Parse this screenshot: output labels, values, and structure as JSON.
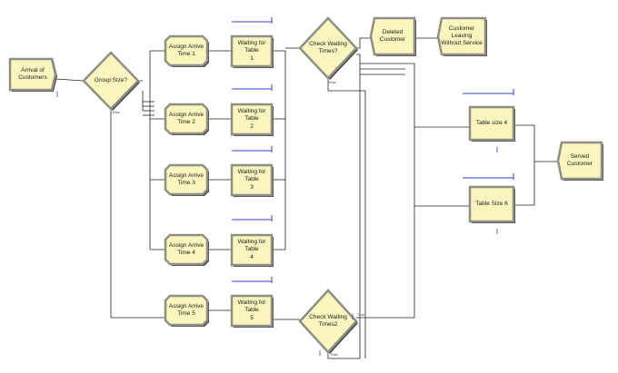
{
  "diagram": {
    "modules": [
      {
        "id": "arrival",
        "shape": "create",
        "label": "Arrival of\nCustomers"
      },
      {
        "id": "group-size",
        "shape": "decide",
        "label": "Group Size?"
      },
      {
        "id": "assign-1",
        "shape": "assign",
        "label": "Assign Arrive\nTime 1"
      },
      {
        "id": "assign-2",
        "shape": "assign",
        "label": "Assign Arrive\nTime 2"
      },
      {
        "id": "assign-3",
        "shape": "assign",
        "label": "Assign Arrive\nTime 3"
      },
      {
        "id": "assign-4",
        "shape": "assign",
        "label": "Assign Arrive\nTime 4"
      },
      {
        "id": "assign-5",
        "shape": "assign",
        "label": "Assign Arrive\nTime 5"
      },
      {
        "id": "wait-1",
        "shape": "process",
        "label": "Waiting for Table\n1"
      },
      {
        "id": "wait-2",
        "shape": "process",
        "label": "Waiting for Table\n2"
      },
      {
        "id": "wait-3",
        "shape": "process",
        "label": "Waiting for Table\n3"
      },
      {
        "id": "wait-4",
        "shape": "process",
        "label": "Waiting for Table\n4"
      },
      {
        "id": "wait-5",
        "shape": "process",
        "label": "Waiting for Table\n5"
      },
      {
        "id": "check-1",
        "shape": "decide",
        "label": "Check Waiting Times?"
      },
      {
        "id": "check-2",
        "shape": "decide",
        "label": "Check Waiting Times2"
      },
      {
        "id": "deleted",
        "shape": "dispose",
        "label": "Deleted Customer"
      },
      {
        "id": "leaving",
        "shape": "dispose",
        "label": "Customer Leaving\nWithout Service"
      },
      {
        "id": "table-4",
        "shape": "process",
        "label": "Table size 4"
      },
      {
        "id": "table-6",
        "shape": "process",
        "label": "Table Size 6"
      },
      {
        "id": "served",
        "shape": "dispose",
        "label": "Served Customer"
      }
    ],
    "branch_labels": {
      "group_else": "Else",
      "check1_else": "Else",
      "check2_true": "True",
      "check2_else": "Else"
    },
    "colors": {
      "fill": "#fbf5be",
      "border": "#8f8f86",
      "shadow": "#4a4a4a",
      "line": "#222222",
      "queue": "#3c3cc4"
    }
  }
}
